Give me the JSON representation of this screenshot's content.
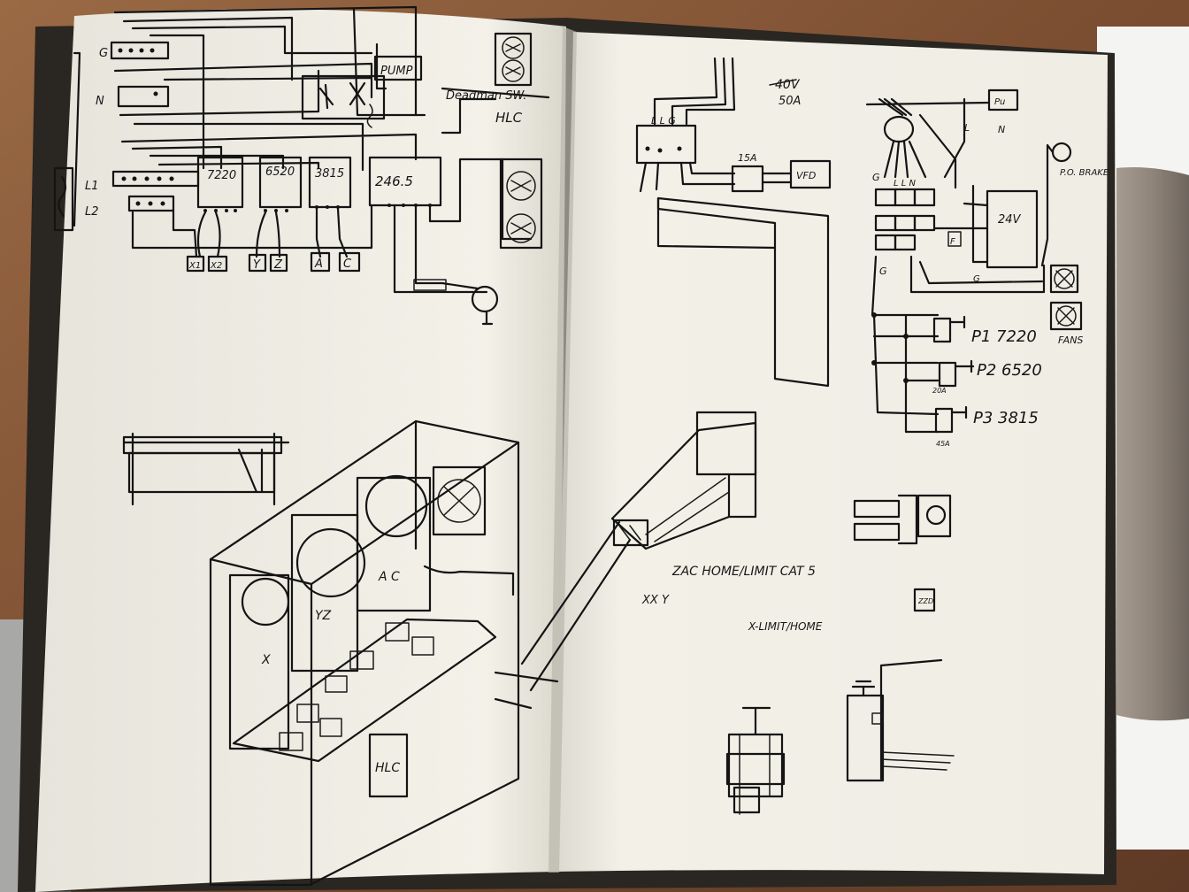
{
  "left_page": {
    "chip_labels": [
      "7220",
      "6520",
      "3815",
      "246.5"
    ],
    "pump_label": "PUMP",
    "switch_label": "Deadman SW.",
    "hlc_label": "HLC",
    "terminal_labels": {
      "g": "G",
      "n": "N",
      "l1": "L1",
      "l2": "L2"
    },
    "axis_boxes": [
      "X1",
      "X2",
      "Y",
      "Z",
      "A",
      "C"
    ],
    "enclosure_labels": {
      "x": "X",
      "yz": "YZ",
      "ac": "A C",
      "hlc_box": "HLC"
    }
  },
  "right_page": {
    "supply_voltage": "40V",
    "supply_amps": "50A",
    "breaker_in": "L L G",
    "fuse_15a": "15A",
    "vfd": "VFD",
    "pump_small": "Pu",
    "po_brake": "P.O. BRAKE",
    "psu_24v": "24V",
    "fuse_f": "F",
    "wire_labels": {
      "g1": "G",
      "g2": "G",
      "g3": "G",
      "l": "L",
      "n": "N",
      "lln": "L L N"
    },
    "p1": "P1 7220",
    "fans": "FANS",
    "p2": "P2 6520",
    "p3": "P3 3815",
    "fuse_20a": "20A",
    "fuse_45a": "45A",
    "cat5_note": "ZAC HOME/LIMIT CAT 5",
    "xxy": "XX Y",
    "xlimit_note": "X-LIMIT/HOME",
    "small_box": "ZZD"
  },
  "colors": {
    "counter": "#8a5a3a",
    "paper": "#f1efe6",
    "ink": "#141414",
    "tool": "#8f847a"
  }
}
